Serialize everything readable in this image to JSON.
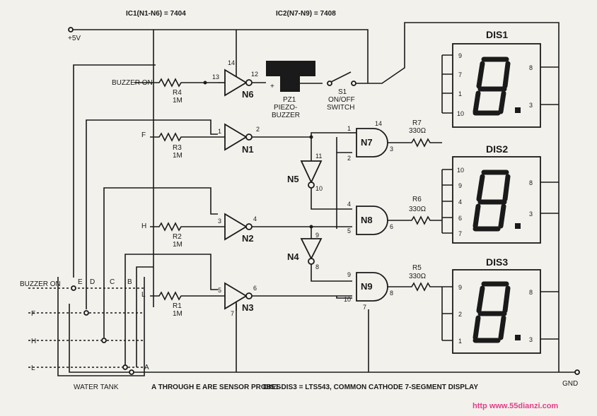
{
  "header": {
    "ic1": "IC1(N1-N6) = 7404",
    "ic2": "IC2(N7-N9) = 7408"
  },
  "supply": {
    "vcc": "+5V",
    "gnd": "GND"
  },
  "inputs": {
    "buzzer_on": "BUZZER ON",
    "f": "F",
    "h": "H",
    "l": "L"
  },
  "resistors": [
    {
      "name": "R4",
      "value": "1M"
    },
    {
      "name": "R3",
      "value": "1M"
    },
    {
      "name": "R2",
      "value": "1M"
    },
    {
      "name": "R1",
      "value": "1M"
    },
    {
      "name": "R7",
      "value": "330Ω"
    },
    {
      "name": "R6",
      "value": "330Ω"
    },
    {
      "name": "R5",
      "value": "330Ω"
    }
  ],
  "inverters": [
    {
      "name": "N6",
      "in_pin": "13",
      "out_pin": "12",
      "extra_pin": "14"
    },
    {
      "name": "N1",
      "in_pin": "1",
      "out_pin": "2"
    },
    {
      "name": "N2",
      "in_pin": "3",
      "out_pin": "4"
    },
    {
      "name": "N3",
      "in_pin": "5",
      "out_pin": "6",
      "extra_pin": "7"
    },
    {
      "name": "N5",
      "in_pin": "11",
      "out_pin": "10"
    },
    {
      "name": "N4",
      "in_pin": "9",
      "out_pin": "8"
    }
  ],
  "and_gates": [
    {
      "name": "N7",
      "in1": "1",
      "in2": "2",
      "out": "3",
      "vcc_pin": "14"
    },
    {
      "name": "N8",
      "in1": "4",
      "in2": "5",
      "out": "6"
    },
    {
      "name": "N9",
      "in1": "9",
      "in2": "10",
      "out": "8",
      "gnd_pin": "7"
    }
  ],
  "buzzer": {
    "name": "PZ1",
    "line1": "PIEZO-",
    "line2": "BUZZER",
    "plus": "+"
  },
  "switch": {
    "name": "S1",
    "line1": "ON/OFF",
    "line2": "SWITCH"
  },
  "displays": [
    {
      "title": "DIS1",
      "left_pins": [
        "9",
        "7",
        "1",
        "10"
      ],
      "right_pins": [
        "8",
        "3"
      ]
    },
    {
      "title": "DIS2",
      "left_pins": [
        "10",
        "9",
        "4",
        "6",
        "7"
      ],
      "right_pins": [
        "8",
        "3"
      ]
    },
    {
      "title": "DIS3",
      "left_pins": [
        "9",
        "2",
        "1"
      ],
      "right_pins": [
        "8",
        "3"
      ]
    }
  ],
  "tank": {
    "probe_labels": [
      "E",
      "D",
      "C",
      "B",
      "A"
    ],
    "level_labels": [
      "BUZZER ON",
      "F",
      "H",
      "L"
    ],
    "name": "WATER TANK"
  },
  "notes": {
    "probes": "A THROUGH E ARE SENSOR PROBES",
    "displays": "DIS1-DIS3 = LTS543, COMMON CATHODE 7-SEGMENT DISPLAY"
  },
  "watermark": "http   www.55dianzi.com"
}
